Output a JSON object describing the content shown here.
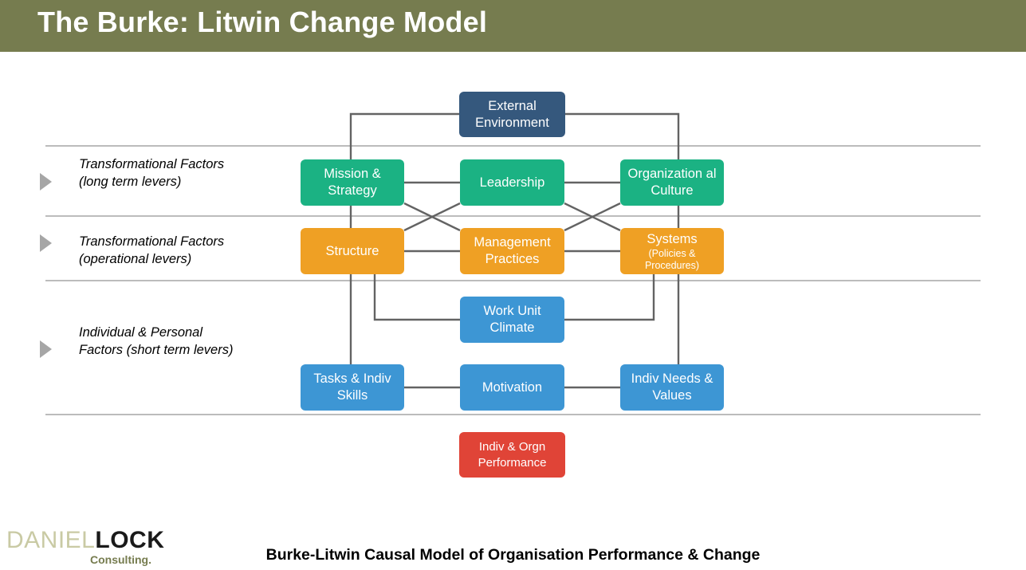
{
  "header": {
    "title": "The Burke: Litwin Change Model",
    "background_color": "#767c4f",
    "text_color": "#ffffff"
  },
  "bands": [
    {
      "label": "Transformational Factors (long term levers)",
      "bullet_icon": "triangle-right-icon"
    },
    {
      "label": "Transformational Factors (operational levers)",
      "bullet_icon": "triangle-right-icon"
    },
    {
      "label": "Individual & Personal Factors (short term levers)",
      "bullet_icon": "triangle-right-icon"
    }
  ],
  "boxes": {
    "external_environment": {
      "label": "External Environment",
      "color": "#35587d"
    },
    "mission_strategy": {
      "label": "Mission & Strategy",
      "color": "#1bb283"
    },
    "leadership": {
      "label": "Leadership",
      "color": "#1bb283"
    },
    "organisational_culture": {
      "label": "Organization al Culture",
      "color": "#1bb283"
    },
    "structure": {
      "label": "Structure",
      "color": "#efa024"
    },
    "management_practices": {
      "label": "Management Practices",
      "color": "#efa024"
    },
    "systems": {
      "label": "Systems",
      "sub": "(Policies & Procedures)",
      "color": "#efa024"
    },
    "work_unit_climate": {
      "label": "Work Unit Climate",
      "color": "#3d96d4"
    },
    "tasks_indiv_skills": {
      "label": "Tasks & Indiv Skills",
      "color": "#3d96d4"
    },
    "motivation": {
      "label": "Motivation",
      "color": "#3d96d4"
    },
    "indiv_needs_values": {
      "label": "Indiv Needs & Values",
      "color": "#3d96d4"
    },
    "indiv_orgn_performance": {
      "label": "Indiv & Orgn Performance",
      "color": "#e04437"
    }
  },
  "caption": "Burke-Litwin Causal Model of Organisation Performance & Change",
  "logo": {
    "first": "DANIEL",
    "second": "LOCK",
    "tagline": "Consulting.",
    "first_color": "#c9caa4",
    "second_color": "#1a1a1a",
    "tagline_color": "#767c4f"
  }
}
